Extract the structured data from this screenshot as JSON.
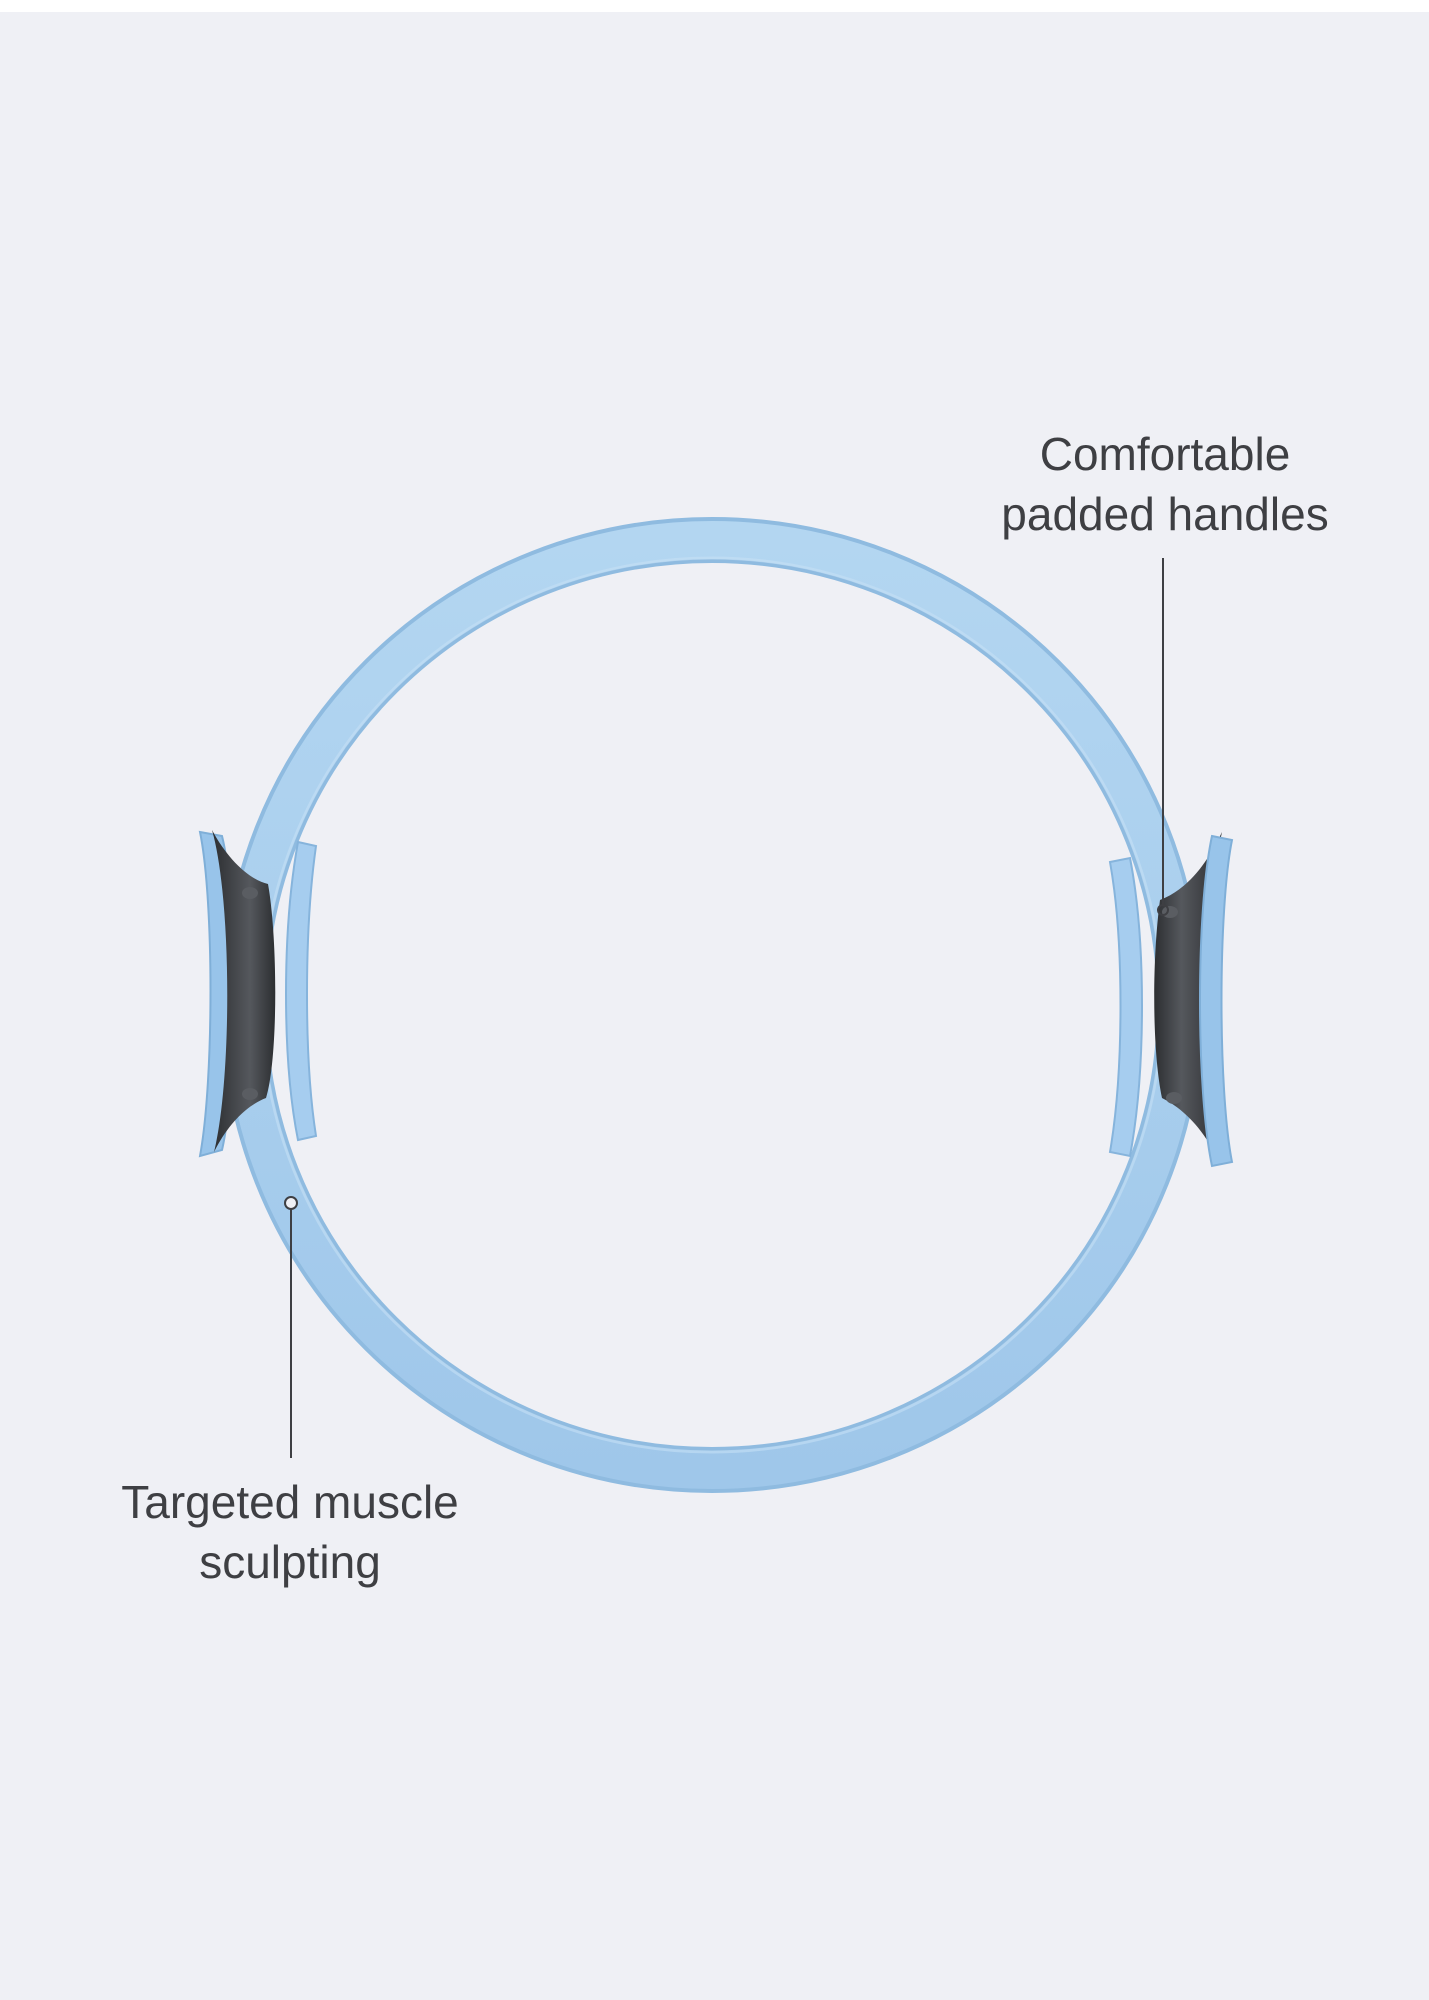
{
  "callouts": {
    "handles": {
      "line1": "Comfortable",
      "line2": "padded handles"
    },
    "muscle": {
      "line1": "Targeted muscle",
      "line2": "sculpting"
    }
  },
  "colors": {
    "background": "#eff0f5",
    "ring": "#a9cfee",
    "ring_shade": "#8db9df",
    "handle_pad": "#9cc8ec",
    "handle_core": "#3a3c40",
    "text": "#3e3f43",
    "leader_line": "#3e3f43"
  },
  "product": {
    "name_icon": "pilates-ring-icon"
  }
}
